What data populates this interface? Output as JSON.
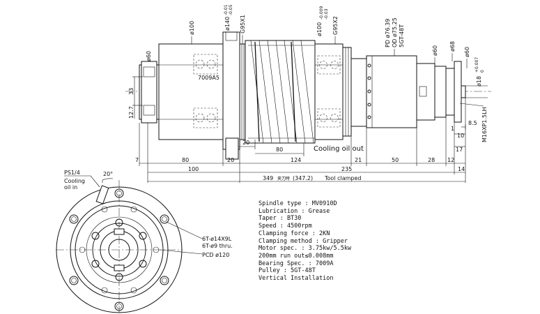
{
  "side_view": {
    "top_dims": {
      "d100_left": "ø100",
      "d140": "ø140",
      "d140_tol_upper": "-0.01",
      "d140_tol_lower": "-0.05",
      "g95x1": "G95X1",
      "d100_right": "ø100",
      "d100_tol_upper": "-0.009",
      "d100_tol_lower": "-0.03",
      "g95x2": "G95X2",
      "pd": "PD ø76.39",
      "od": "OD ø75.25",
      "pulley": "5GT-48T",
      "d60_a": "ø60",
      "d68": "ø68",
      "d60_b": "ø60"
    },
    "left_dims": {
      "d60": "ø60",
      "v33": "33",
      "v127": "12.7"
    },
    "bearing_label": "7009A5",
    "cooling_out": "Cooling oil out",
    "right_dims": {
      "d18": "ø18",
      "d18_tol_upper": "+0.007",
      "d18_tol_lower": "0",
      "m16": "M16XP1.5LH",
      "v85": "8.5",
      "v1": "1",
      "v10": "10",
      "v17": "17"
    },
    "bottom_dims": {
      "v20_inner": "20",
      "v80_inner": "80",
      "row1": [
        "7",
        "80",
        "20",
        "124",
        "21",
        "50",
        "28",
        "12"
      ],
      "row2_100": "100",
      "row2_235": "235",
      "row2_14": "14",
      "row3_349": "349",
      "row3_clamped_cn": "夹刀時",
      "row3_clamped_value": "(347.2)",
      "row3_tool_clamped": "Tool clamped"
    }
  },
  "end_view": {
    "ps": "PS1/4",
    "cooling_in_1": "Cooling",
    "cooling_in_2": "oil in",
    "angle": "20°",
    "holes_1": "6T-ø14X9L",
    "holes_2": "6T-ø9 thru.",
    "pcd": "PCD ø120"
  },
  "specs": [
    "Spindle type : MV0910D",
    "Lubrication : Grease",
    "Taper : BT30",
    "Speed : 4500rpm",
    "Clamping force : 2KN",
    "Clamping method : Gripper",
    "Motor spec. : 3.75kw/5.5kw",
    "200mm run out≤0.008mm",
    "Bearing Spec. : 7009A",
    "Pulley : 5GT-48T",
    "Vertical Installation"
  ]
}
